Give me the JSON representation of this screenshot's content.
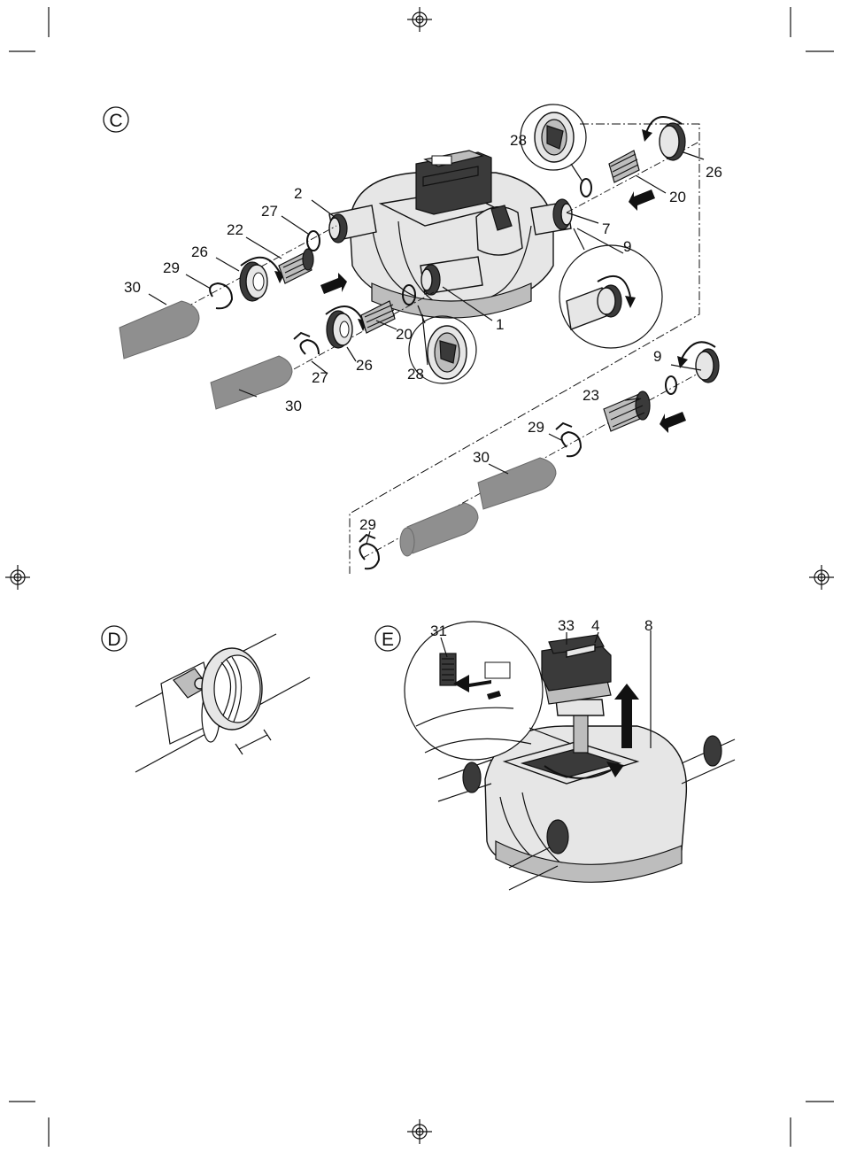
{
  "panels": {
    "c": {
      "letter": "C"
    },
    "d": {
      "letter": "D"
    },
    "e": {
      "letter": "E"
    }
  },
  "callouts_c": {
    "n2": "2",
    "n27a": "27",
    "n22": "22",
    "n26a": "26",
    "n29a": "29",
    "n30a": "30",
    "n20a": "20",
    "n26b": "26",
    "n27b": "27",
    "n28a": "28",
    "n30b": "30",
    "n1": "1",
    "n28b": "28",
    "n26c": "26",
    "n20b": "20",
    "n7": "7",
    "n9a": "9",
    "n9b": "9",
    "n23": "23",
    "n29b": "29",
    "n30c": "30",
    "n29c": "29"
  },
  "callouts_e": {
    "n31": "31",
    "n33": "33",
    "n4": "4",
    "n8": "8"
  },
  "colors": {
    "line": "#111111",
    "hose": "#8f8f8f",
    "part": "#e6e6e6",
    "dark": "#3a3a3a"
  }
}
